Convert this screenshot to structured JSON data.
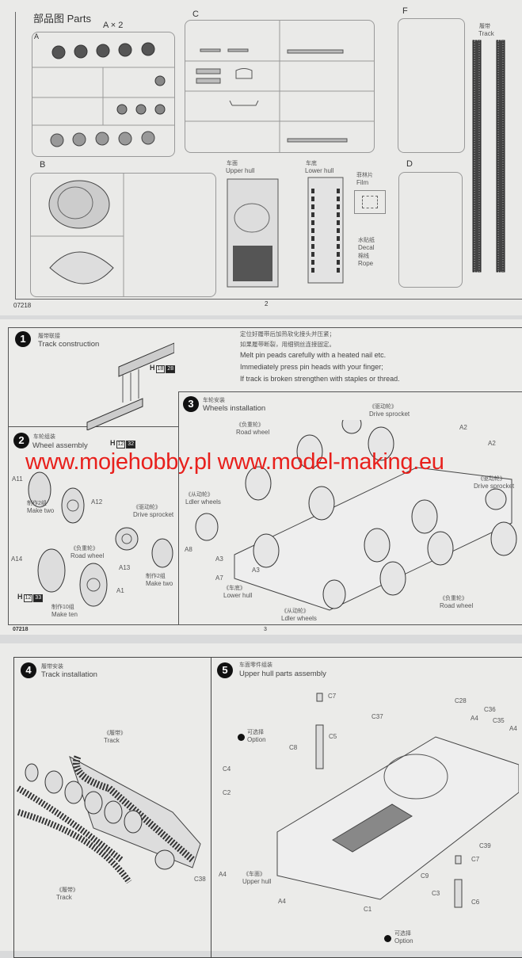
{
  "page2": {
    "title_zh": "部品图",
    "title_en": "Parts",
    "a_count": "A × 2",
    "sprues": [
      "A",
      "B",
      "C",
      "D",
      "F"
    ],
    "upper_hull_zh": "车面",
    "upper_hull": "Upper hull",
    "lower_hull_zh": "车底",
    "lower_hull": "Lower hull",
    "film_zh": "菲林片",
    "film": "Film",
    "decal_zh": "水贴纸",
    "decal": "Decal",
    "rope_zh": "棉线",
    "rope": "Rope",
    "track_zh": "履带",
    "track": "Track",
    "code": "07218",
    "page_no": "2"
  },
  "page3": {
    "step1": {
      "num": "1",
      "zh": "履带联接",
      "en": "Track construction",
      "h_label": "H",
      "h_a": "18",
      "h_b": "28"
    },
    "notes": [
      "定位好履带后加热软化接头并压紧；",
      "如果履带断裂，用细铜丝连接固定。",
      "Melt pin peads carefully with a heated nail etc.",
      "Immediately press pin heads with your finger;",
      "If track is broken strengthen with staples or thread."
    ],
    "step2": {
      "num": "2",
      "zh": "车轮组装",
      "en": "Wheel assembly",
      "h_label": "H",
      "h1_a": "12",
      "h1_b": "32",
      "h2_a": "12",
      "h2_b": "33",
      "parts": [
        "A11",
        "A12",
        "A13",
        "A14",
        "A1",
        "A8",
        "A7"
      ],
      "make_two_zh": "制作2组",
      "make_two": "Make two",
      "make_two2_zh": "制作2组",
      "make_two2": "Make two",
      "make_ten_zh": "制作10组",
      "make_ten": "Make ten",
      "drive_zh": "《驱动轮》",
      "drive": "Drive sprocket",
      "road_zh": "《负重轮》",
      "road": "Road wheel"
    },
    "step3": {
      "num": "3",
      "zh": "车轮安装",
      "en": "Wheels installation",
      "drive_zh": "《驱动轮》",
      "drive": "Drive sprocket",
      "drive2_zh": "《驱动轮》",
      "drive2": "Drive sprocket",
      "road_zh": "《负重轮》",
      "road": "Road wheel",
      "road2_zh": "《负重轮》",
      "road2": "Road wheel",
      "idler_zh": "《从动轮》",
      "idler": "Ldler wheels",
      "idler2_zh": "《从动轮》",
      "idler2": "Ldler wheels",
      "hull_zh": "《车底》",
      "hull": "Lower hull",
      "parts": [
        "A2",
        "A2",
        "A3",
        "A3"
      ]
    },
    "watermark": "www.mojehobby.pl www.model-making.eu",
    "code": "07218",
    "page_no": "3"
  },
  "page4": {
    "step4": {
      "num": "4",
      "zh": "履带安装",
      "en": "Track installation",
      "track_zh": "《履带》",
      "track": "Track",
      "track2_zh": "《履带》",
      "track2": "Track",
      "part": "C38"
    },
    "step5": {
      "num": "5",
      "zh": "车面零件组装",
      "en": "Upper hull parts assembly",
      "option_zh": "可选择",
      "option": "Option",
      "option2_zh": "可选择",
      "option2": "Option",
      "hull_zh": "《车面》",
      "hull": "Upper hull",
      "parts": {
        "c7": "C7",
        "c5": "C5",
        "c28": "C28",
        "c37": "C37",
        "a4a": "A4",
        "c36": "C36",
        "c35": "C35",
        "a4b": "A4",
        "c8": "C8",
        "c4": "C4",
        "c2": "C2",
        "a4c": "A4",
        "a4d": "A4",
        "c39": "C39",
        "c7b": "C7",
        "c9": "C9",
        "c3": "C3",
        "c1": "C1",
        "c6": "C6"
      }
    }
  }
}
